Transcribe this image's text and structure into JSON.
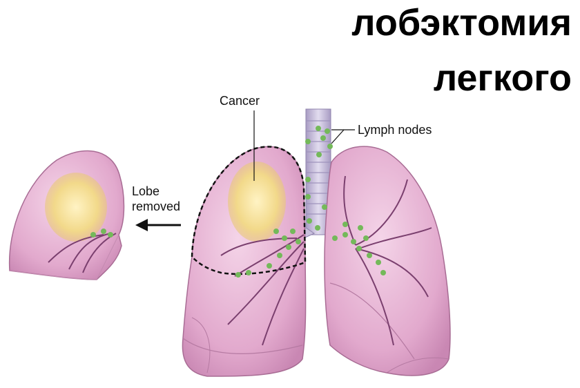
{
  "title": {
    "line1": "лобэктомия",
    "line2": "легкого"
  },
  "labels": {
    "cancer": "Cancer",
    "lymph_nodes": "Lymph nodes",
    "lobe_line1": "Lobe",
    "lobe_line2": "removed"
  },
  "colors": {
    "lung_fill": "#e7b3d3",
    "lung_dark": "#c681ad",
    "trachea": "#c9c0dc",
    "tumor": "#f2d98a",
    "lymph_node": "#74b95a",
    "vessel": "#7a3f6e"
  }
}
